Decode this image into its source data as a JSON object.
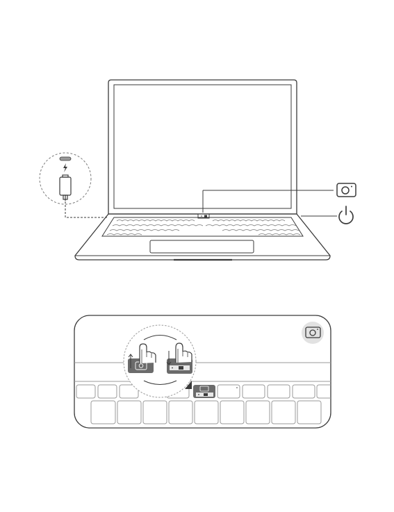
{
  "figure": {
    "top_panel": {
      "devices": [
        "laptop",
        "usb-c-charger-cable"
      ],
      "callouts": [
        {
          "id": "camera",
          "icon": "camera-icon"
        },
        {
          "id": "power",
          "icon": "power-icon"
        }
      ]
    },
    "bottom_panel": {
      "magnified_view": "keyboard-top-row",
      "steps": [
        {
          "id": "press-to-pop-up",
          "icon": "finger-press-icon"
        },
        {
          "id": "press-to-retract",
          "icon": "finger-press-icon"
        }
      ],
      "indicator": {
        "icon": "camera-icon"
      }
    },
    "colors": {
      "line": "#3a3a3a",
      "light_line": "#9a9a9a",
      "key_highlight": "#6b6b6b",
      "icon_bg": "#e2e2e2"
    }
  }
}
